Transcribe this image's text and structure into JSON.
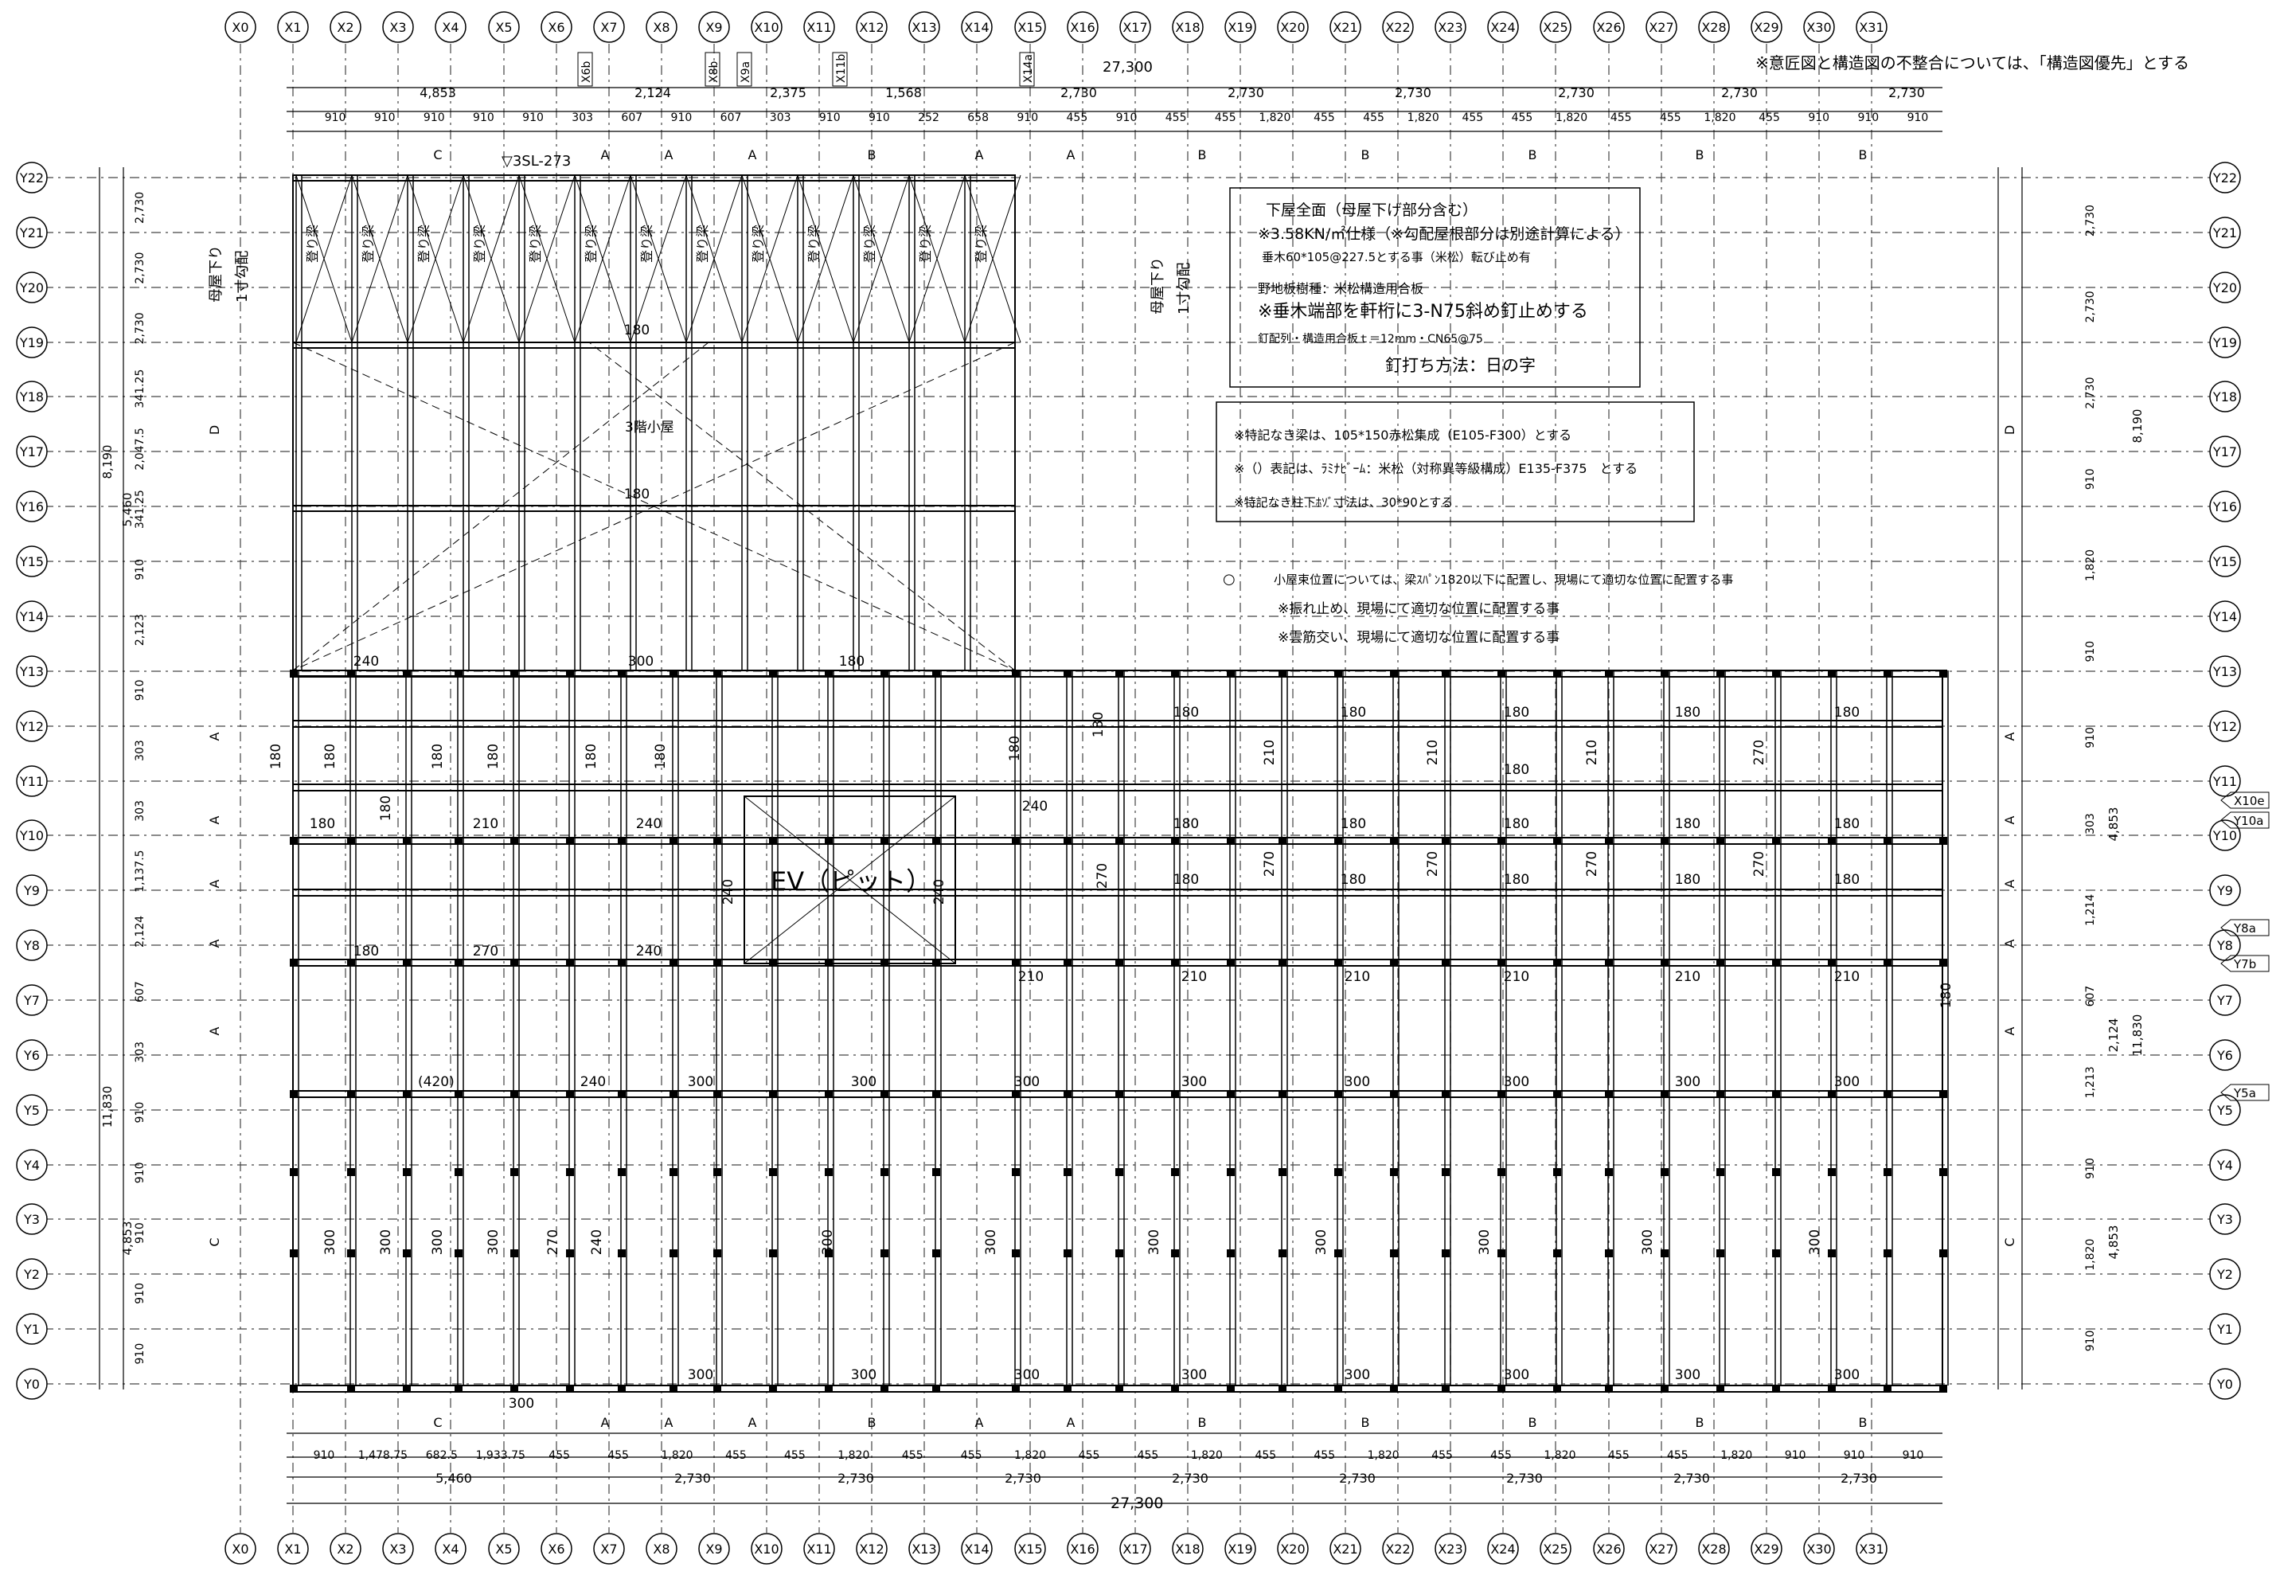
{
  "note_top_right": "※意匠図と構造図の不整合については、「構造図優先」とする",
  "x_grid": [
    "X0",
    "X1",
    "X2",
    "X3",
    "X4",
    "X5",
    "X6",
    "X7",
    "X8",
    "X9",
    "X10",
    "X11",
    "X12",
    "X13",
    "X14",
    "X15",
    "X16",
    "X17",
    "X18",
    "X19",
    "X20",
    "X21",
    "X22",
    "X23",
    "X24",
    "X25",
    "X26",
    "X27",
    "X28",
    "X29",
    "X30",
    "X31"
  ],
  "y_grid": [
    "Y0",
    "Y1",
    "Y2",
    "Y3",
    "Y4",
    "Y5",
    "Y6",
    "Y7",
    "Y8",
    "Y9",
    "Y10",
    "Y11",
    "Y12",
    "Y13",
    "Y14",
    "Y15",
    "Y16",
    "Y17",
    "Y18",
    "Y19",
    "Y20",
    "Y21",
    "Y22"
  ],
  "aux_x_flags": [
    "X6b",
    "X8b",
    "X9a",
    "X11b",
    "X14a"
  ],
  "aux_y_flags": [
    "X10e",
    "Y10a",
    "Y8a",
    "Y7b",
    "Y5a"
  ],
  "top_dims": {
    "overall": "27,300",
    "row2": [
      "4,853",
      "2,124",
      "2,375",
      "1,568",
      "2,730",
      "2,730",
      "2,730",
      "2,730",
      "2,730",
      "2,730"
    ],
    "row3": [
      "910",
      "910",
      "910",
      "910",
      "910",
      "303",
      "607",
      "910",
      "607",
      "303",
      "910",
      "910",
      "252",
      "658",
      "910",
      "455",
      "910",
      "455",
      "455",
      "1,820",
      "455",
      "455",
      "1,820",
      "455",
      "455",
      "1,820",
      "455",
      "455",
      "1,820",
      "455",
      "910",
      "910",
      "910"
    ],
    "zones": [
      "C",
      "A",
      "A",
      "A",
      "B",
      "A",
      "A",
      "B",
      "B",
      "B",
      "B",
      "B"
    ],
    "level_mark": "▽3SL-273"
  },
  "bottom_dims": {
    "zones": [
      "C",
      "A",
      "A",
      "A",
      "B",
      "A",
      "A",
      "B",
      "B",
      "B",
      "B",
      "B"
    ],
    "row1": [
      "910",
      "1,478.75",
      "682.5",
      "1,933.75",
      "455",
      "455",
      "1,820",
      "455",
      "455",
      "1,820",
      "455",
      "455",
      "1,820",
      "455",
      "455",
      "1,820",
      "455",
      "455",
      "1,820",
      "455",
      "455",
      "1,820",
      "455",
      "455",
      "1,820",
      "910",
      "910",
      "910"
    ],
    "row2": [
      "5,460",
      "2,730",
      "2,730",
      "2,730",
      "2,730",
      "2,730",
      "2,730",
      "2,730",
      "2,730"
    ],
    "overall": "27,300"
  },
  "left_dims": {
    "overall_outer": [
      "8,190",
      "11,830"
    ],
    "mid": [
      "5,460",
      "4,853"
    ],
    "inner": [
      "2,730",
      "2,730",
      "2,730",
      "341.25",
      "2,047.5",
      "341.25",
      "910",
      "2,123",
      "910",
      "303",
      "303",
      "1,137.5",
      "2,124",
      "607",
      "303",
      "910",
      "910",
      "910",
      "910",
      "910"
    ],
    "zones": [
      "D",
      "A",
      "A",
      "A",
      "A",
      "A",
      "C"
    ]
  },
  "right_dims": {
    "overall_outer": [
      "8,190",
      "11,830"
    ],
    "mid": [
      "4,853",
      "2,124",
      "4,853"
    ],
    "inner": [
      "2,730",
      "2,730",
      "2,730",
      "910",
      "1,820",
      "910",
      "910",
      "303",
      "1,214",
      "607",
      "1,213",
      "910",
      "1,820",
      "910"
    ],
    "zones": [
      "D",
      "A",
      "A",
      "A",
      "A",
      "A",
      "C"
    ]
  },
  "slope_label_left": [
    "母屋下り",
    "1寸勾配"
  ],
  "slope_label_right": [
    "母屋下り",
    "1寸勾配"
  ],
  "rafter_beam_label": "登り梁",
  "attic_label": "3階小屋",
  "ev_label": "EV（ピット）",
  "notes_box_1": {
    "line1": "下屋全面（母屋下げ部分含む）",
    "line2": "※3.58KN/㎡仕様（※勾配屋根部分は別途計算による）",
    "line3": "垂木60*105@227.5とする事（米松）転び止め有",
    "line4": "野地板樹種：米松構造用合板",
    "line5": "※垂木端部を軒桁に3-N75斜め釘止めする",
    "line6": "釘配列・構造用合板ｔ＝12mm・CN65@75",
    "line7": "釘打ち方法：日の字"
  },
  "notes_box_2": {
    "line1": "※特記なき梁は、105*150赤松集成（E105-F300）とする",
    "line2": "※（）表記は、ﾗﾐﾅﾋﾞｰﾑ：米松（対称異等級構成）E135-F375　とする",
    "line3": "※特記なき柱下ﾎｿﾞ寸法は、30*90とする"
  },
  "notes_free": {
    "circle_mark": "○",
    "line1": "小屋束位置については、梁ｽﾊﾟﾝ1820以下に配置し、現場にて適切な位置に配置する事",
    "line2": "※振れ止め、現場にて適切な位置に配置する事",
    "line3": "※雲筋交い、現場にて適切な位置に配置する事"
  },
  "beam_labels": {
    "b180": "180",
    "b210": "210",
    "b240": "240",
    "b270": "270",
    "b300": "300",
    "b420": "(420)"
  }
}
